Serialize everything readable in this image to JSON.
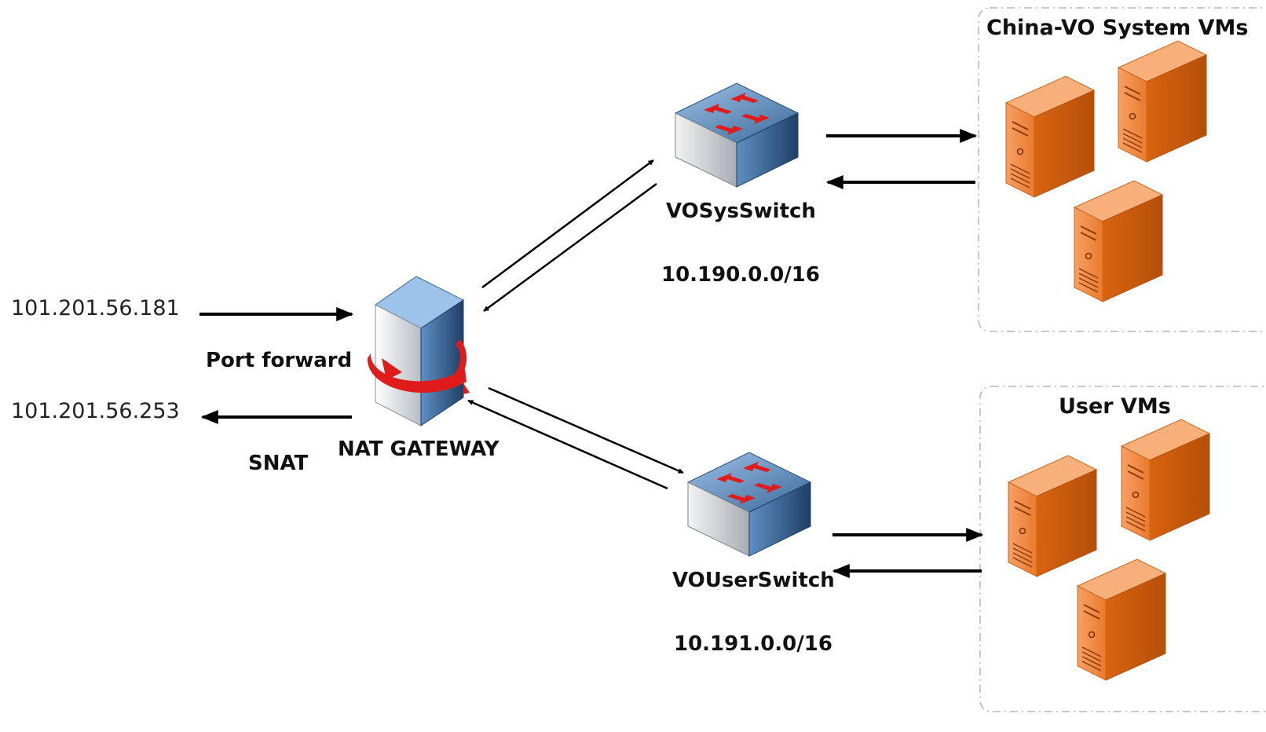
{
  "external": {
    "ip_in": "101.201.56.181",
    "ip_out": "101.201.56.253",
    "port_forward_label": "Port forward",
    "snat_label": "SNAT"
  },
  "gateway": {
    "label": "NAT GATEWAY",
    "icon": "nat-gateway-icon"
  },
  "switches": {
    "sys": {
      "label": "VOSysSwitch",
      "subnet": "10.190.0.0/16",
      "icon": "network-switch-icon"
    },
    "user": {
      "label": "VOUserSwitch",
      "subnet": "10.191.0.0/16",
      "icon": "network-switch-icon"
    }
  },
  "groups": {
    "system_vms": {
      "title": "China-VO System VMs",
      "icon": "server-icon"
    },
    "user_vms": {
      "title": "User VMs",
      "icon": "server-icon"
    }
  },
  "colors": {
    "server_orange": "#e87722",
    "switch_blue": "#3f6e9c",
    "arrow_red": "#e01b1b",
    "line": "#000000",
    "group_border": "#b5b5b5"
  }
}
